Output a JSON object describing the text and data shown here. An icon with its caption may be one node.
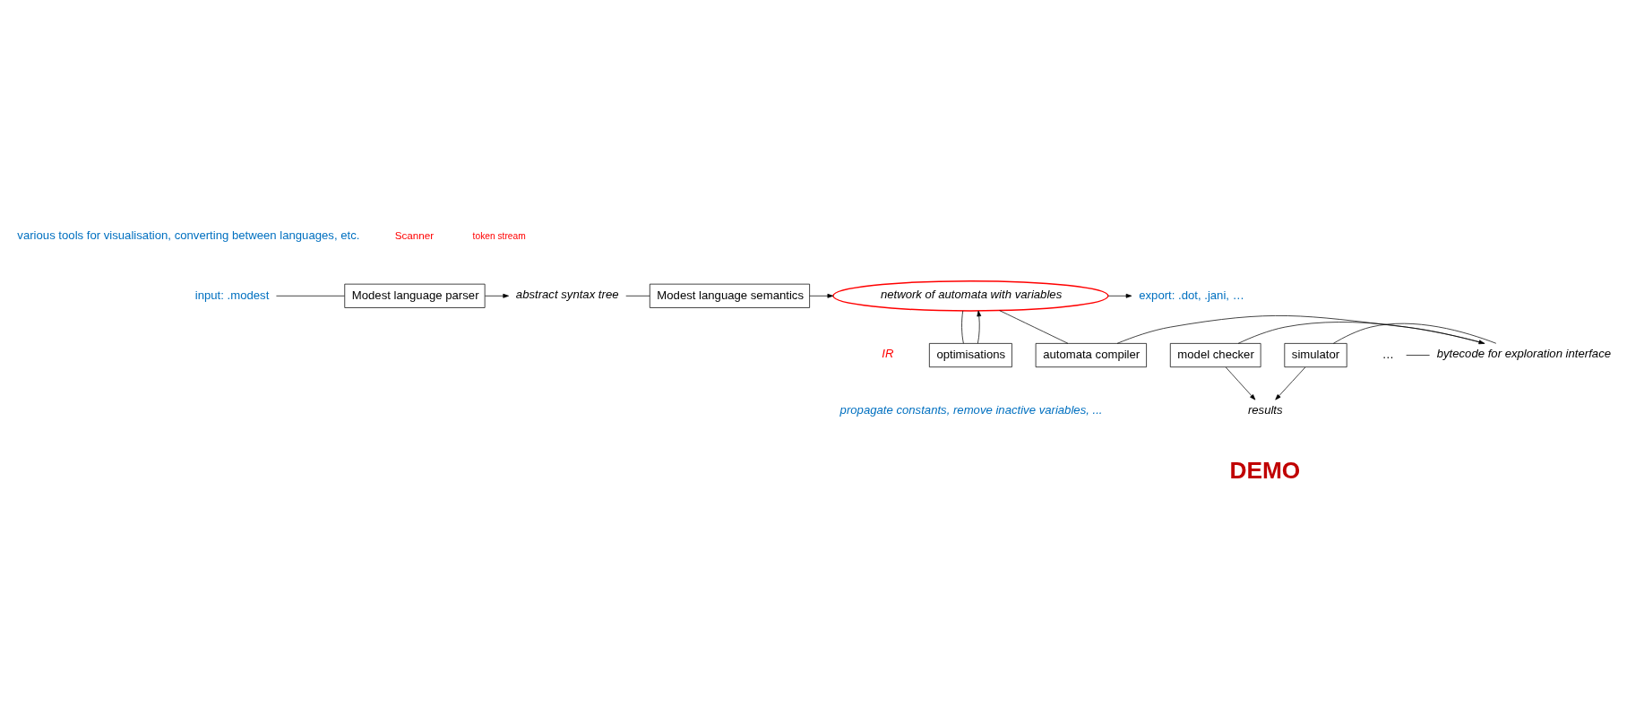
{
  "diagram": {
    "nodes": [
      {
        "text": [
          "input: .modest"
        ]
      },
      {
        "text": [
          "Modest language parser"
        ]
      },
      {
        "text": [
          "abstract syntax tree"
        ]
      },
      {
        "text": [
          "Modest language semantics"
        ]
      },
      {
        "text": [
          "network of automata with variables"
        ],
        "beside": [
          "IR"
        ]
      },
      {
        "text": [
          "export: .dot, .jani, …"
        ]
      },
      {
        "text": [
          "optimisations"
        ],
        "beside": [
          "propagate constants, remove inactive variables, ..."
        ]
      },
      {
        "text": [
          "automata compiler"
        ]
      },
      {
        "text": [
          "bytecode for exploration interface"
        ]
      },
      {
        "text": [
          "model checker"
        ]
      },
      {
        "text": [
          "simulator"
        ]
      },
      {
        "text": [
          "…"
        ]
      },
      {
        "text": [
          "results"
        ]
      }
    ],
    "edges": [
      {
        "from": 0,
        "to": 1,
        "arrow": "none"
      },
      {
        "from": 1,
        "to": 2,
        "arrow": "to"
      },
      {
        "from": 2,
        "to": 3,
        "arrow": "none"
      },
      {
        "from": 3,
        "to": 4,
        "arrow": "to"
      },
      {
        "from": 4,
        "to": 5,
        "arrow": "to"
      },
      {
        "from": 4,
        "to": 6,
        "arrow": "none"
      },
      {
        "from": 6,
        "to": 4,
        "arrow": "to"
      },
      {
        "from": 4,
        "to": 7,
        "arrow": "none"
      },
      {
        "from": 7,
        "to": 8,
        "arrow": "to"
      },
      {
        "from": 9,
        "to": 8,
        "arrow": "none"
      },
      {
        "from": 10,
        "to": 8,
        "arrow": "none"
      },
      {
        "from": 11,
        "to": 8,
        "arrow": "none"
      },
      {
        "from": 9,
        "to": 12,
        "arrow": "to"
      },
      {
        "from": 10,
        "to": 12,
        "arrow": "to"
      }
    ],
    "labels": [
      "various tools for visualisation, converting between languages, etc.",
      "Scanner",
      "token stream",
      "DEMO"
    ]
  }
}
